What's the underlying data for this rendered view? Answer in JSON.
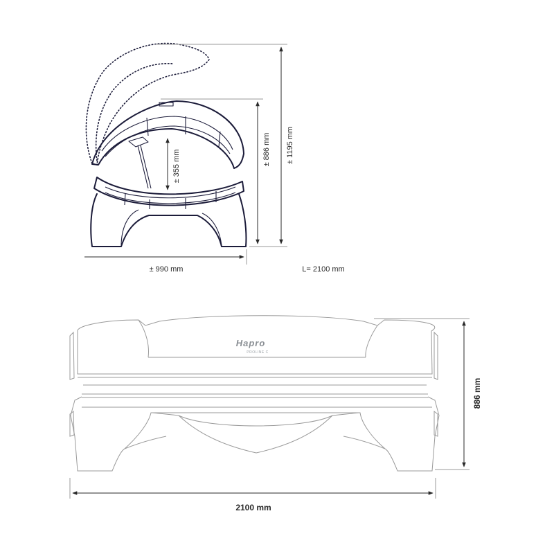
{
  "side_view": {
    "dim_lid_open_height": "± 1195 mm",
    "dim_height": "± 886 mm",
    "dim_opening": "± 355 mm",
    "dim_width": "± 990 mm",
    "length_label": "L=  2100 mm"
  },
  "front_view": {
    "brand": "Hapro",
    "model": "PROLINE C",
    "dim_height": "886 mm",
    "dim_length": "2100 mm"
  }
}
